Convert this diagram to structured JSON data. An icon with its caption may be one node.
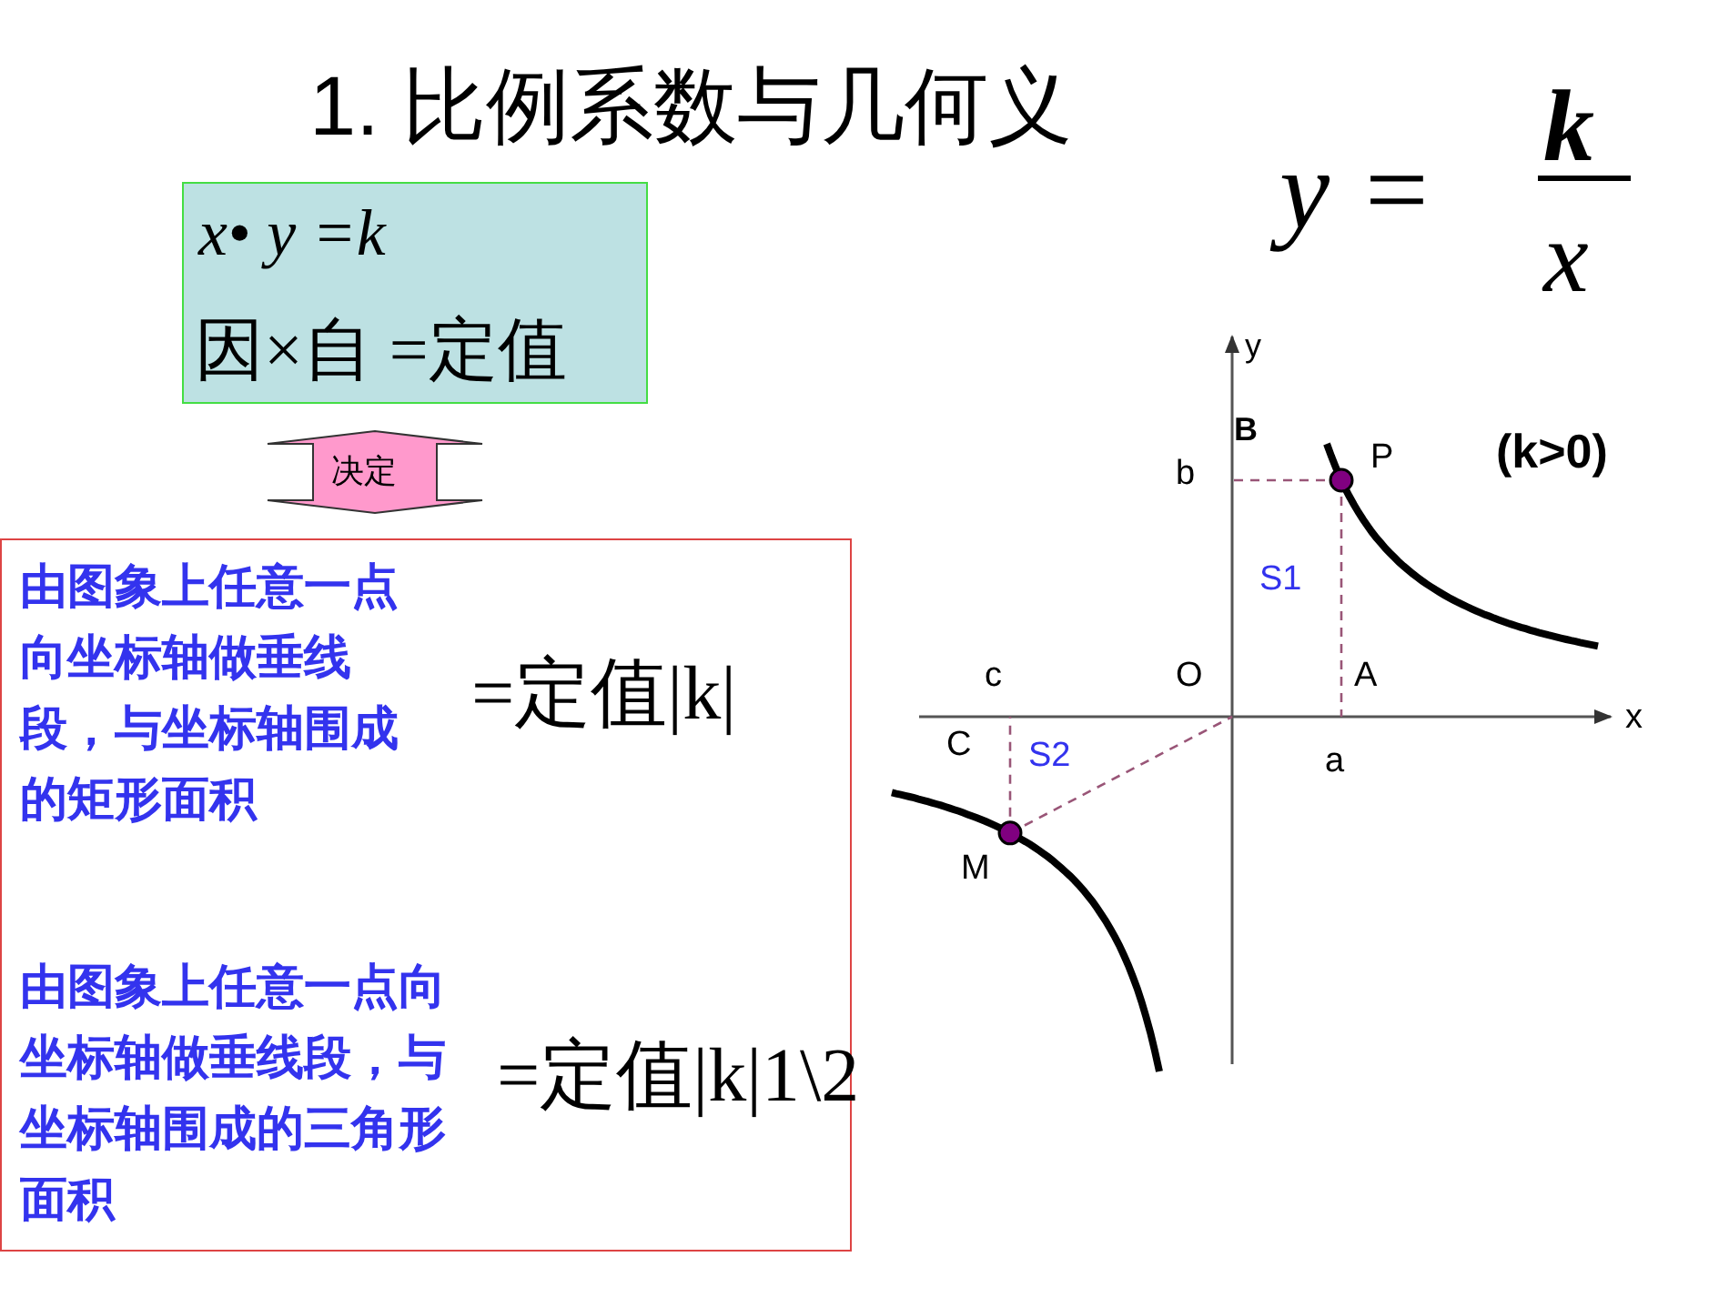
{
  "diagram": {
    "title": "1. 比例系数与几何义",
    "nodes": [
      {
        "text": [
          "x• y =k",
          "因×自 =定值"
        ]
      },
      {
        "text": [
          "由图象上任意一点向坐标轴做垂线段，与坐标轴围成的矩形面积",
          "=定值|k|",
          "由图象上任意一点向坐标轴做垂线段，与坐标轴围成的三角形面积",
          "=定值|k|1\\2"
        ]
      }
    ],
    "edges": [
      {
        "from": 0,
        "to": 1,
        "arrow": "both",
        "label": "决定"
      }
    ],
    "labels": [
      "y =",
      "k",
      "x",
      "y",
      "B",
      "b",
      "P",
      "(k>0)",
      "S1",
      "c",
      "O",
      "A",
      "x",
      "C",
      "S2",
      "a",
      "M"
    ]
  }
}
